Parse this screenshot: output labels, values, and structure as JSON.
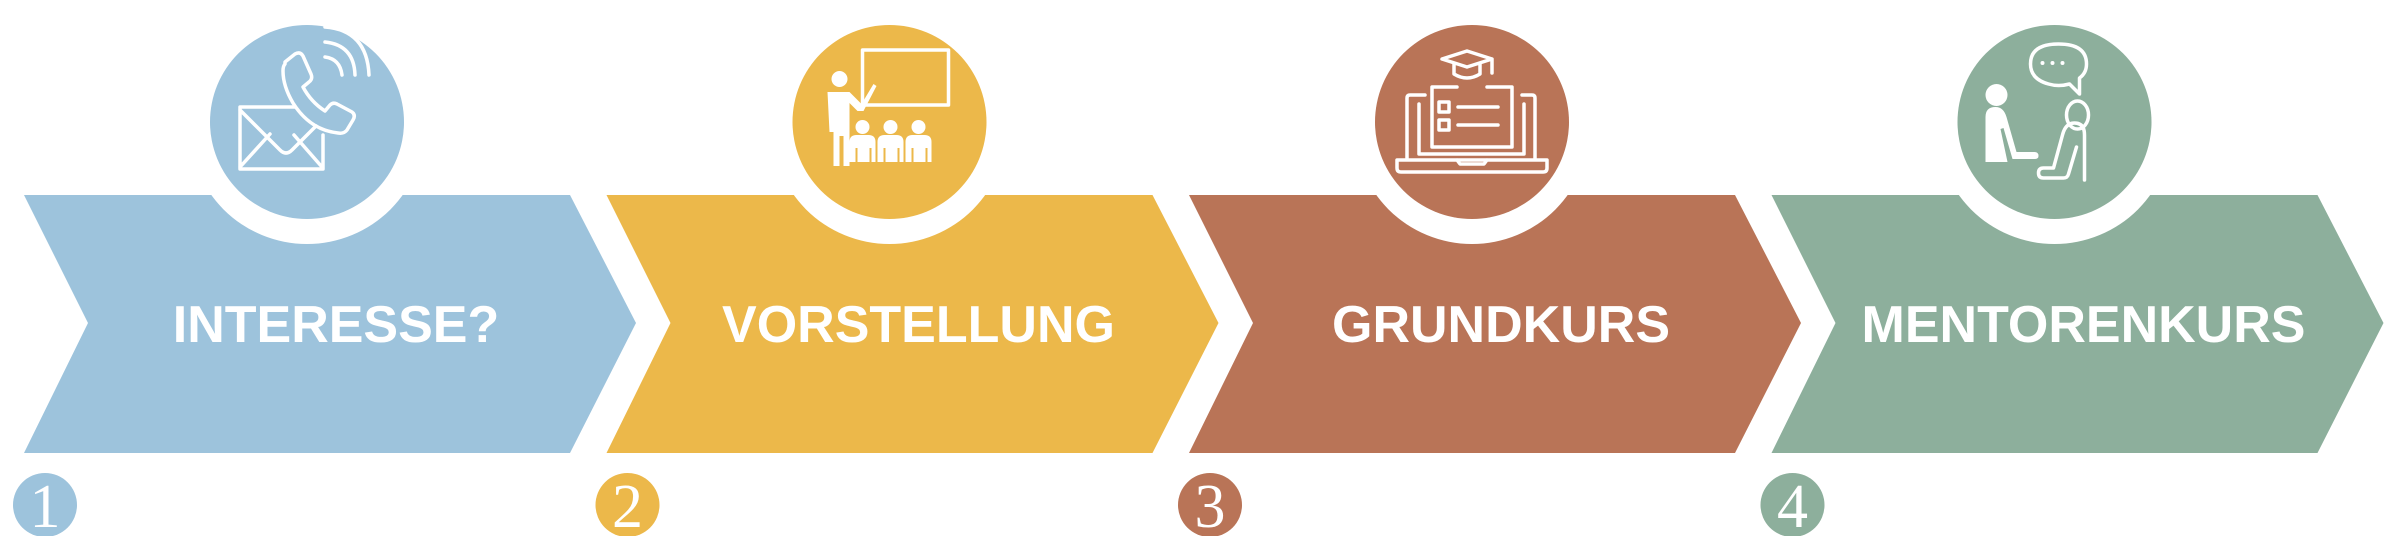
{
  "steps": [
    {
      "number": "1",
      "label": "INTERESSE?",
      "icon": "phone-mail-icon",
      "color": "#9DC3DC"
    },
    {
      "number": "2",
      "label": "VORSTELLUNG",
      "icon": "presentation-icon",
      "color": "#ECB84A"
    },
    {
      "number": "3",
      "label": "GRUNDKURS",
      "icon": "laptop-course-icon",
      "color": "#B97457"
    },
    {
      "number": "4",
      "label": "MENTORENKURS",
      "icon": "mentoring-icon",
      "color": "#8DAF9C"
    }
  ]
}
